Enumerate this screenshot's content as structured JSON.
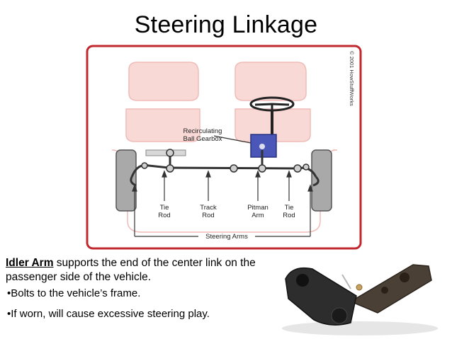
{
  "slide": {
    "title": "Steering Linkage"
  },
  "diagram": {
    "copyright": "© 2001 HowStuffWorks",
    "labels": {
      "gearbox_line1": "Recirculating",
      "gearbox_line2": "Ball Gearbox",
      "tie_rod_left_1": "Tie",
      "tie_rod_left_2": "Rod",
      "track_rod_1": "Track",
      "track_rod_2": "Rod",
      "pitman_arm_1": "Pitman",
      "pitman_arm_2": "Arm",
      "tie_rod_right_1": "Tie",
      "tie_rod_right_2": "Rod",
      "steering_arms": "Steering Arms"
    },
    "colors": {
      "frame": "#c0282d",
      "car_body": "#f8d9d6",
      "gearbox": "#4a57b8",
      "tire": "#a9a9a9"
    }
  },
  "description": {
    "lead": "Idler Arm",
    "text": " supports the end of the center link on the passenger side of the vehicle."
  },
  "bullets": [
    "•Bolts to the vehicle’s frame.",
    "•If worn, will cause excessive steering play."
  ]
}
